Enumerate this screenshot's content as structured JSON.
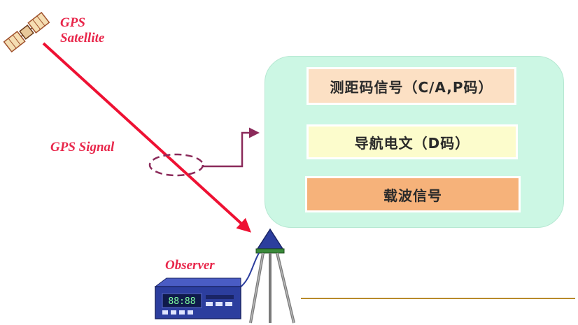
{
  "labels": {
    "satellite": "GPS\nSatellite",
    "signal": "GPS Signal",
    "observer": "Observer"
  },
  "signal_components": [
    {
      "label": "测距码信号（C/A,P码）"
    },
    {
      "label": "导航电文（D码）"
    },
    {
      "label": "载波信号"
    }
  ],
  "receiver_display": "88:88",
  "colors": {
    "label_red": "#e8264a",
    "signal_line": "#ee1133",
    "pointer": "#8b2a5a",
    "panel": "#ccf7e4",
    "box_ranging_code": "#fce0c4",
    "box_nav_message": "#fcfccc",
    "box_carrier": "#f6b27a",
    "receiver": "#2c3e9e",
    "ground_line": "#b88a2a"
  },
  "icons": [
    "satellite-icon",
    "antenna-tripod-icon",
    "gps-receiver-icon"
  ]
}
